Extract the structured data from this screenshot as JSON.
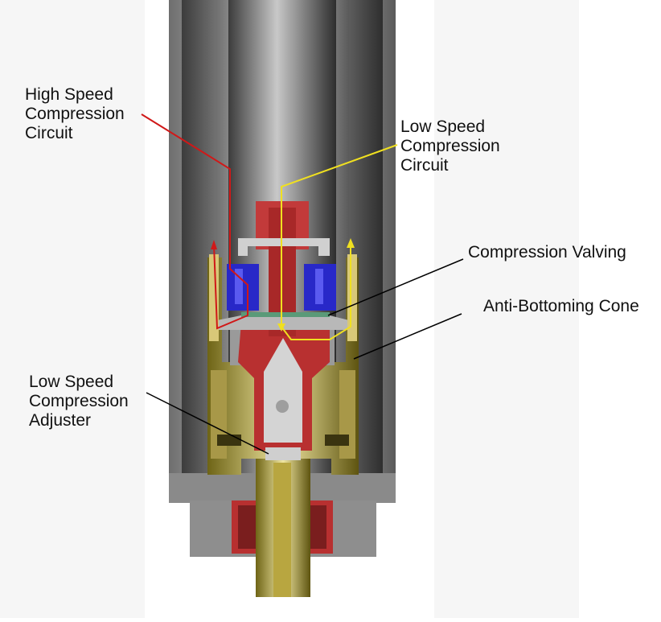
{
  "labels": {
    "high_speed": "High Speed\nCompression\nCircuit",
    "low_speed": "Low Speed\nCompression\nCircuit",
    "valving": "Compression Valving",
    "anti_bottoming": "Anti-Bottoming Cone",
    "adjuster": "Low Speed\nCompression\nAdjuster"
  },
  "colors": {
    "background": "#ffffff",
    "side_panel": "#f4f4f4",
    "tube_gray": "#8a8a8a",
    "housing_brass": "#d8c878",
    "piston_red": "#b83030",
    "shim_blue": "#2828c8",
    "adjuster_gray": "#cccccc",
    "high_speed_path": "#d01818",
    "low_speed_path": "#f0e020",
    "leader_black": "#000000"
  }
}
